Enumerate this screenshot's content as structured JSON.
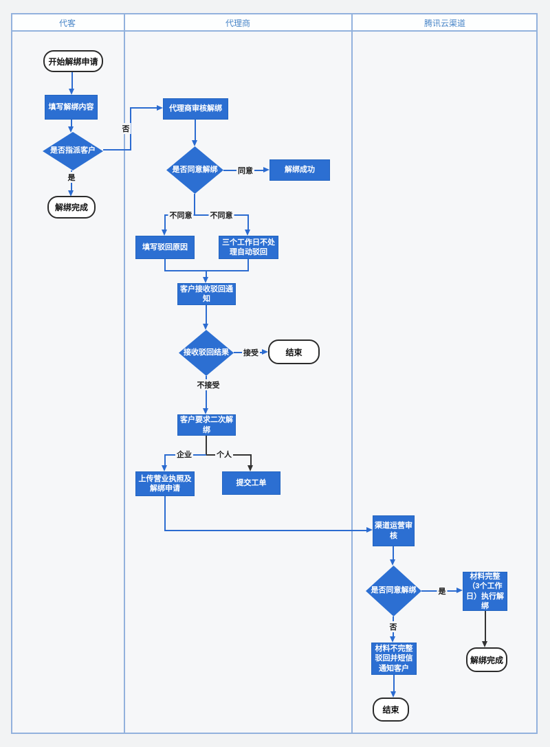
{
  "lanes": [
    {
      "label": "代客"
    },
    {
      "label": "代理商"
    },
    {
      "label": "腾讯云渠道"
    }
  ],
  "nodes": {
    "start": {
      "label": "开始解绑申请",
      "type": "terminator"
    },
    "fill_unbind": {
      "label": "填写解绑内容",
      "type": "process"
    },
    "assign_customer": {
      "label": "是否指派客户",
      "type": "decision"
    },
    "unbind_done_agent_lane": {
      "label": "解绑完成",
      "type": "terminator"
    },
    "agent_review": {
      "label": "代理商审核解绑",
      "type": "process"
    },
    "agree_unbind_agent": {
      "label": "是否同意解绑",
      "type": "decision"
    },
    "unbind_success": {
      "label": "解绑成功",
      "type": "process"
    },
    "fill_reject_reason": {
      "label": "填写驳回原因",
      "type": "process"
    },
    "auto_reject": {
      "label": "三个工作日不处理自动驳回",
      "type": "process"
    },
    "customer_receive_notice": {
      "label": "客户接收驳回通知",
      "type": "process"
    },
    "receive_reject_result": {
      "label": "接收驳回结果",
      "type": "decision"
    },
    "end_agent_lane": {
      "label": "结束",
      "type": "terminator"
    },
    "second_unbind_request": {
      "label": "客户要求二次解绑",
      "type": "process"
    },
    "upload_license": {
      "label": "上传营业执照及解绑申请",
      "type": "process"
    },
    "submit_ticket": {
      "label": "提交工单",
      "type": "process"
    },
    "channel_review": {
      "label": "渠道运营审核",
      "type": "process"
    },
    "agree_unbind_channel": {
      "label": "是否同意解绑",
      "type": "decision"
    },
    "material_complete": {
      "label": "材料完整（3个工作日）执行解绑",
      "type": "process"
    },
    "material_incomplete": {
      "label": "材料不完整驳回并短信通知客户",
      "type": "process"
    },
    "unbind_done_channel": {
      "label": "解绑完成",
      "type": "terminator"
    },
    "end_channel": {
      "label": "结束",
      "type": "terminator"
    }
  },
  "edge_labels": {
    "no_assign": "否",
    "yes_assign": "是",
    "agree": "同意",
    "disagree_left": "不同意",
    "disagree_right": "不同意",
    "accept": "接受",
    "not_accept": "不接受",
    "enterprise": "企业",
    "personal": "个人",
    "yes_material": "是",
    "no_material": "否"
  },
  "colors": {
    "node_blue": "#2c6fd2",
    "node_border": "#2163c0",
    "edge_blue": "#2b6bd0",
    "edge_black": "#333333",
    "lane_border": "#92b1dd",
    "header_text": "#4a86c8",
    "page_bg": "#f2f3f4",
    "lane_bg": "#f6f7f9",
    "terminator_border": "#2b2b2b"
  }
}
